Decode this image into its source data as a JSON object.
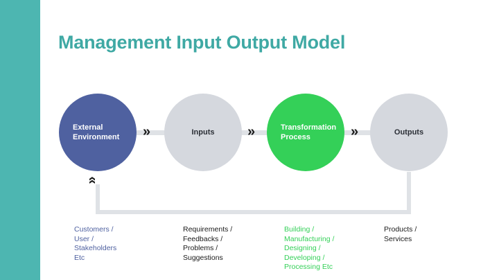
{
  "title": "Management Input Output Model",
  "colors": {
    "side_bar": "#4db6b1",
    "title": "#3fa9a4",
    "external_environment": "#4f61a0",
    "inputs": "#d5d8de",
    "transformation": "#34d058",
    "outputs": "#d5d8de",
    "connector": "#dfe2e6",
    "chevron": "#1a1a1a",
    "caption_blue": "#4f61a0",
    "caption_dark": "#1a1a1a",
    "caption_green": "#34d058"
  },
  "nodes": [
    {
      "id": "external-environment",
      "label": "External\nEnvironment"
    },
    {
      "id": "inputs",
      "label": "Inputs"
    },
    {
      "id": "transformation-process",
      "label": "Transformation\nProcess"
    },
    {
      "id": "outputs",
      "label": "Outputs"
    }
  ],
  "flow_arrow_glyph": "»",
  "feedback_arrow_glyph": "«",
  "captions": [
    {
      "id": "external-environment",
      "text": "Customers /\nUser /\nStakeholders\nEtc"
    },
    {
      "id": "inputs",
      "text": "Requirements /\nFeedbacks /\nProblems /\nSuggestions"
    },
    {
      "id": "transformation-process",
      "text": "Building /\nManufacturing /\nDesigning /\nDeveloping /\nProcessing Etc"
    },
    {
      "id": "outputs",
      "text": "Products /\nServices"
    }
  ]
}
